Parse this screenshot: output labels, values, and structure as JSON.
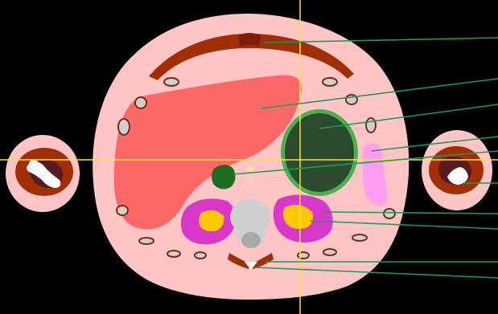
{
  "image": {
    "kind": "axial segmentation slice",
    "background_color": "#000000",
    "crosshair_color": "#ffe23a",
    "leader_line_color": "#1e9a5a"
  },
  "structures": [
    {
      "id": "body",
      "fill": "#ffc4c4"
    },
    {
      "id": "abdominal-wall-muscle",
      "fill": "#a12f06"
    },
    {
      "id": "liver",
      "fill": "#fa6868"
    },
    {
      "id": "stomach",
      "fill": "#2c4a2c",
      "outline": "#4caf50"
    },
    {
      "id": "spleen",
      "fill": "#ff9df0"
    },
    {
      "id": "gallbladder",
      "fill": "#1e6a1e"
    },
    {
      "id": "kidney-cortex",
      "fill": "#d838c8"
    },
    {
      "id": "kidney-medulla",
      "fill": "#ffc800"
    },
    {
      "id": "vertebral-body",
      "fill": "#cfcfcf"
    },
    {
      "id": "spinal-canal",
      "fill": "#a9a9a9"
    },
    {
      "id": "rib",
      "fill": "#cfcfcf",
      "outline": "#7a2a10"
    },
    {
      "id": "arm-muscle",
      "fill": "#a12f06"
    },
    {
      "id": "humerus",
      "fill": "#ffffff"
    }
  ],
  "callouts": [
    {
      "target": "abdominal-wall-muscle"
    },
    {
      "target": "liver"
    },
    {
      "target": "stomach"
    },
    {
      "target": "spleen"
    },
    {
      "target": "gallbladder"
    },
    {
      "target": "right-arm-bone"
    },
    {
      "target": "left-kidney-medulla"
    },
    {
      "target": "left-kidney-cortex"
    },
    {
      "target": "spine-upper"
    },
    {
      "target": "spine-lower"
    }
  ]
}
